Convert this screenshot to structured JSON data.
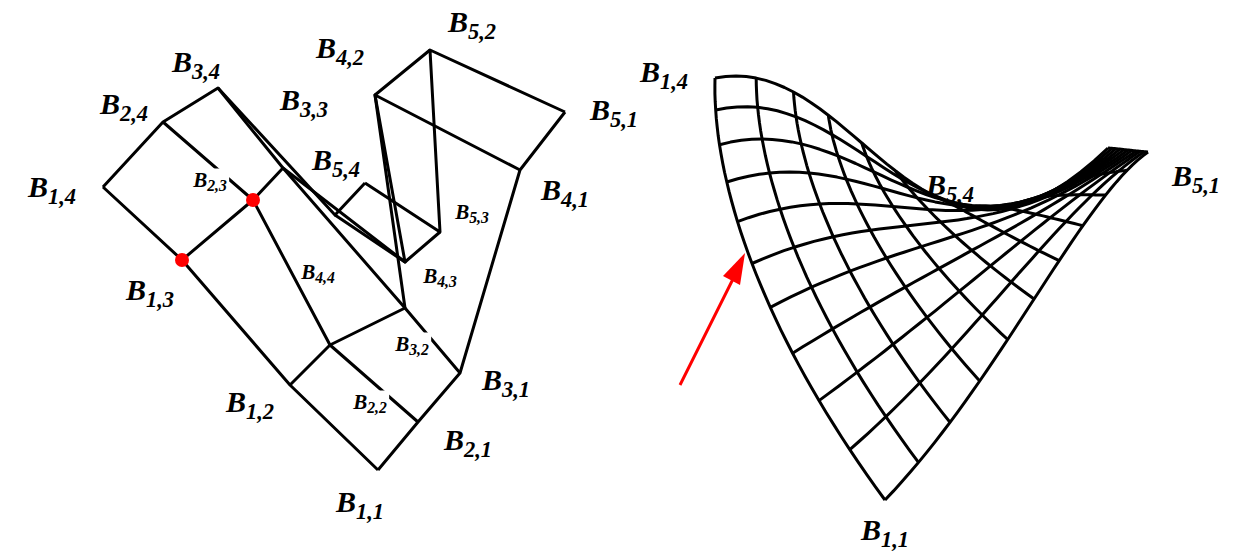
{
  "diagram": {
    "labels": [
      "B3,4",
      "B2,4",
      "B3,3",
      "B4,2",
      "B5,2",
      "B5,1",
      "B1,4",
      "B2,3",
      "B5,4",
      "B5,3",
      "B4,1",
      "B4,4",
      "B4,3",
      "B1,3",
      "B3,2",
      "B3,1",
      "B2,2",
      "B1,2",
      "B2,1",
      "B1,1",
      "B1,4",
      "B5,4",
      "B5,1",
      "B1,1"
    ]
  }
}
